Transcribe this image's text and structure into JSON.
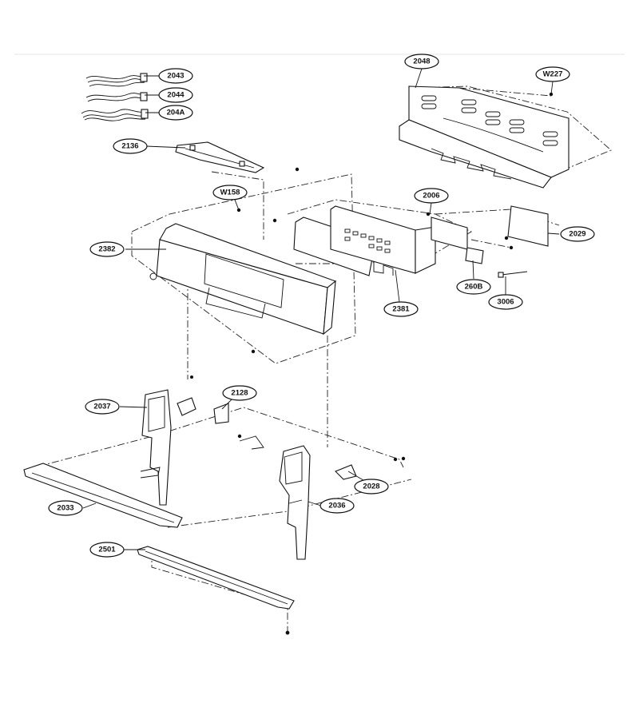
{
  "callouts": [
    {
      "id": "2043"
    },
    {
      "id": "2044"
    },
    {
      "id": "204A"
    },
    {
      "id": "2136"
    },
    {
      "id": "2048"
    },
    {
      "id": "W227"
    },
    {
      "id": "W158"
    },
    {
      "id": "2006"
    },
    {
      "id": "2029"
    },
    {
      "id": "2382"
    },
    {
      "id": "260B"
    },
    {
      "id": "3006"
    },
    {
      "id": "2381"
    },
    {
      "id": "2037"
    },
    {
      "id": "2128"
    },
    {
      "id": "2028"
    },
    {
      "id": "2033"
    },
    {
      "id": "2036"
    },
    {
      "id": "2501"
    }
  ]
}
